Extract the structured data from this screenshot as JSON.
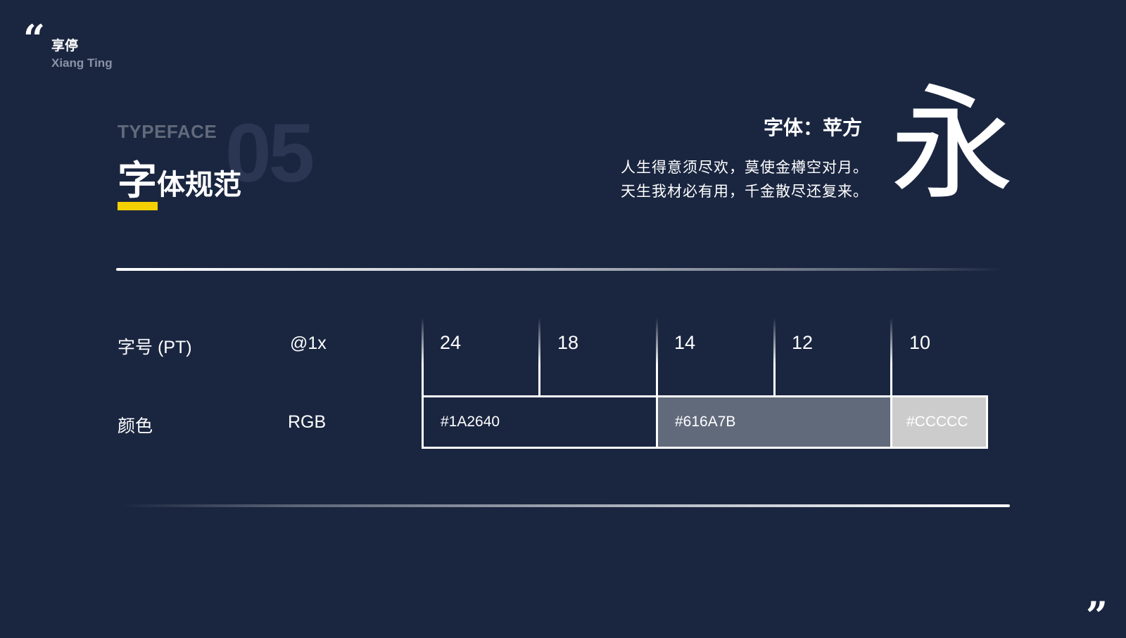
{
  "quote_open": "“",
  "quote_close": "”",
  "brand": {
    "name": "享停",
    "name_en": "Xiang Ting"
  },
  "header": {
    "eyebrow": "TYPEFACE",
    "number": "05",
    "title_big": "字",
    "title_rest": "体规范"
  },
  "font_info": {
    "label": "字体：苹方",
    "poem": [
      "人生得意须尽欢，莫使金樽空对月。",
      "天生我材必有用，千金散尽还复来。"
    ],
    "sample_char": "永"
  },
  "table": {
    "size_label": "字号 (PT)",
    "size_scale": "@1x",
    "sizes": [
      "24",
      "18",
      "14",
      "12",
      "10"
    ],
    "color_label": "颜色",
    "color_mode": "RGB",
    "colors": [
      {
        "label": "#1A2640",
        "hex": "#1a2640"
      },
      {
        "label": "#616A7B",
        "hex": "#616a7b"
      },
      {
        "label": "#CCCCC",
        "hex": "#cccccc"
      }
    ]
  },
  "accent": "#f5d000"
}
